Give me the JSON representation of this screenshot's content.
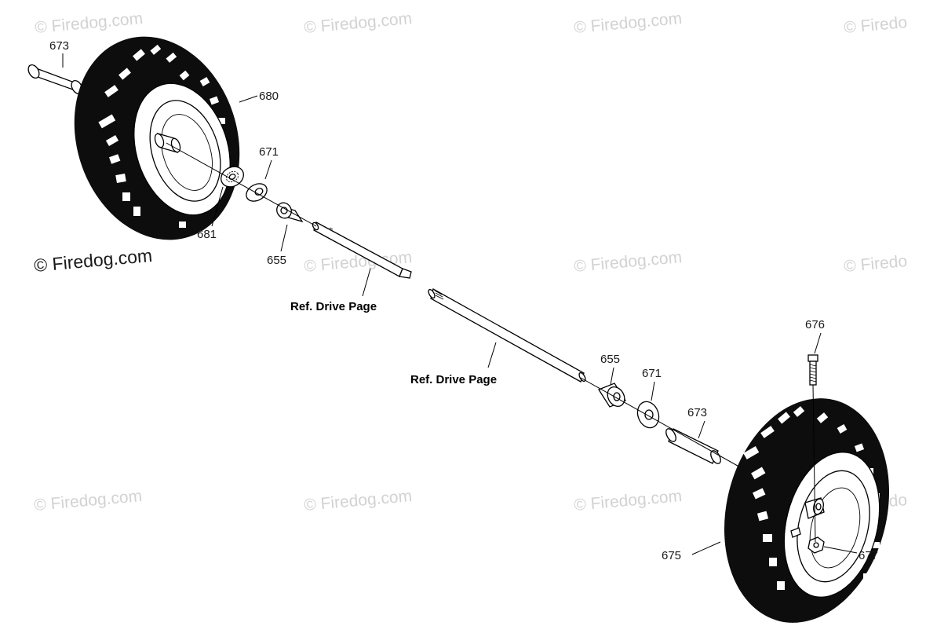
{
  "watermarks": [
    "© Firedog.com",
    "© Firedog.com",
    "© Firedog.com",
    "© Firedo",
    "© Firedog.com",
    "© Firedog.com",
    "© Firedog.com",
    "© Firedo",
    "© Firedog.com",
    "© Firedog.com",
    "© Firedog.com",
    "© Firedo"
  ],
  "left_assembly": {
    "spacer": "673",
    "wheel": "680",
    "washer": "671",
    "bearing_ring": "681",
    "bushing": "655",
    "axle_ref": "Ref. Drive Page"
  },
  "right_assembly": {
    "axle_ref": "Ref. Drive Page",
    "bushing": "655",
    "washer": "671",
    "spacer": "673",
    "bolt": "676",
    "wheel": "675",
    "nut": "677"
  }
}
